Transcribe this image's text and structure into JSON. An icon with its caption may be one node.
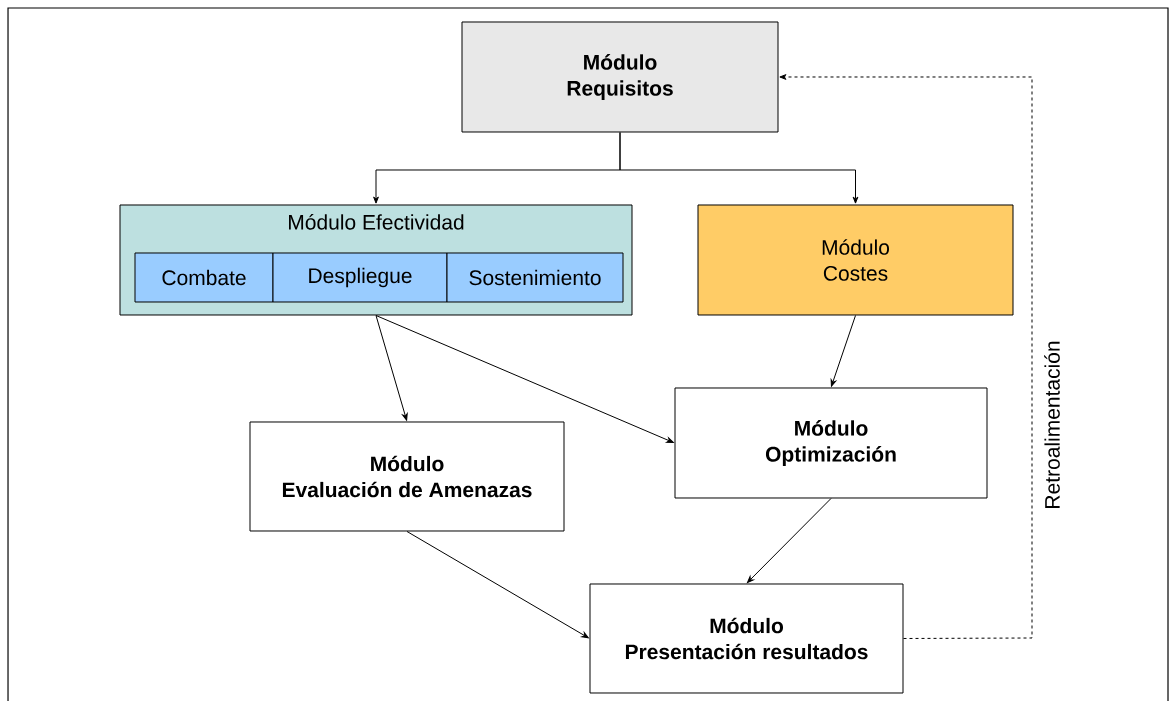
{
  "diagram": {
    "nodes": [
      {
        "text": [
          "Módulo",
          "Requisitos"
        ]
      },
      {
        "text": [
          "Módulo Efectividad"
        ]
      },
      {
        "text": [
          "Combate"
        ],
        "in": 1
      },
      {
        "text": [
          "Despliegue"
        ],
        "in": 1
      },
      {
        "text": [
          "Sostenimiento"
        ],
        "in": 1
      },
      {
        "text": [
          "Módulo",
          "Costes"
        ]
      },
      {
        "text": [
          "Módulo",
          "Evaluación de Amenazas"
        ]
      },
      {
        "text": [
          "Módulo",
          "Optimización"
        ]
      },
      {
        "text": [
          "Módulo",
          "Presentación resultados"
        ]
      }
    ],
    "edges": [
      {
        "from": 0,
        "to": 1,
        "arrow": "to"
      },
      {
        "from": 0,
        "to": 5,
        "arrow": "to"
      },
      {
        "from": 1,
        "to": 6,
        "arrow": "to"
      },
      {
        "from": 1,
        "to": 7,
        "arrow": "to"
      },
      {
        "from": 5,
        "to": 7,
        "arrow": "to"
      },
      {
        "from": 6,
        "to": 8,
        "arrow": "to"
      },
      {
        "from": 7,
        "to": 8,
        "arrow": "to"
      },
      {
        "from": 8,
        "to": 0,
        "arrow": "to",
        "style": "dashed",
        "label": "Retroalimentación"
      }
    ]
  }
}
